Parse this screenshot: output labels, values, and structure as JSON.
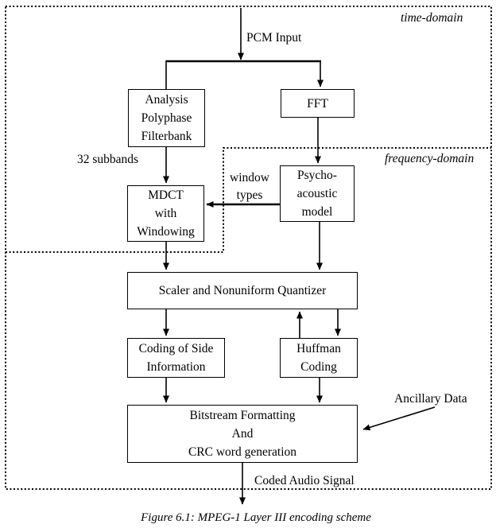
{
  "page": {
    "background_color": "#ffffff",
    "ink_color": "#000000"
  },
  "regions": {
    "time_domain_label": "time-domain",
    "frequency_domain_label": "frequency-domain"
  },
  "blocks": {
    "analysis": {
      "lines": [
        "Analysis",
        "Polyphase",
        "Filterbank"
      ]
    },
    "fft": {
      "lines": [
        "FFT"
      ]
    },
    "psycho": {
      "lines": [
        "Psycho-",
        "acoustic",
        "model"
      ]
    },
    "mdct": {
      "lines": [
        "MDCT",
        "with",
        "Windowing"
      ]
    },
    "scaler": {
      "lines": [
        "Scaler and Nonuniform Quantizer"
      ]
    },
    "side_info": {
      "lines": [
        "Coding of Side",
        "Information"
      ]
    },
    "huffman": {
      "lines": [
        "Huffman",
        "Coding"
      ]
    },
    "bitstream": {
      "lines": [
        "Bitstream Formatting",
        "And",
        "CRC word generation"
      ]
    }
  },
  "labels": {
    "pcm_input": "PCM Input",
    "subbands": "32 subbands",
    "window_types_line1": "window",
    "window_types_line2": "types",
    "ancillary_data": "Ancillary Data",
    "coded_audio_signal": "Coded Audio Signal"
  },
  "caption": "Figure 6.1: MPEG-1 Layer III encoding scheme"
}
